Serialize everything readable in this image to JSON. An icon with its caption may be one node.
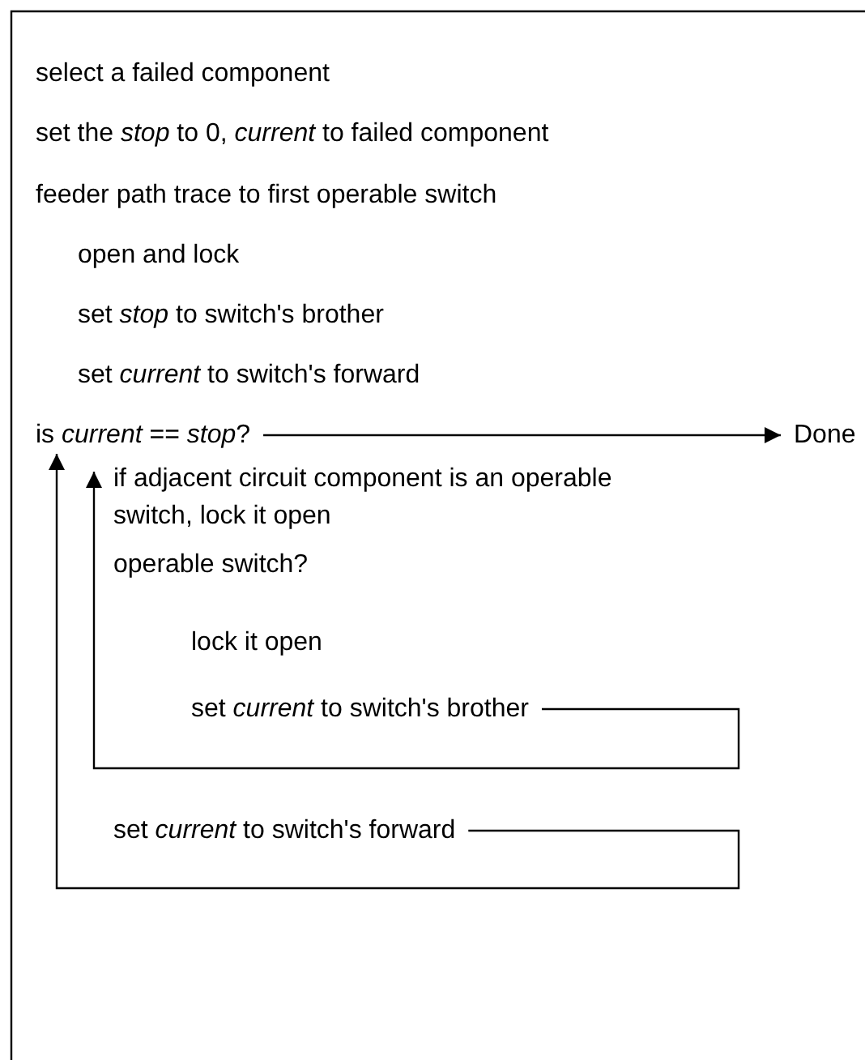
{
  "diagram": {
    "nodes": [
      {
        "text": [
          "is *current* == *stop*?"
        ]
      },
      {
        "text": [
          "Done"
        ]
      },
      {
        "text": [
          "if adjacent circuit component is an operable switch, lock it open"
        ]
      },
      {
        "text": [
          "set *current* to switch's brother"
        ]
      },
      {
        "text": [
          "set *current* to switch's forward"
        ]
      }
    ],
    "edges": [
      {
        "from": 0,
        "to": 1,
        "arrow": "to"
      },
      {
        "from": 3,
        "to": 2,
        "arrow": "to"
      },
      {
        "from": 4,
        "to": 0,
        "arrow": "to"
      }
    ],
    "labels": [
      "select a failed component",
      "set the *stop* to 0, *current* to failed component",
      "feeder path trace to first operable switch",
      "open and lock",
      "set *stop* to switch's brother",
      "set *current* to switch's forward",
      "operable switch?",
      "lock it open"
    ]
  }
}
